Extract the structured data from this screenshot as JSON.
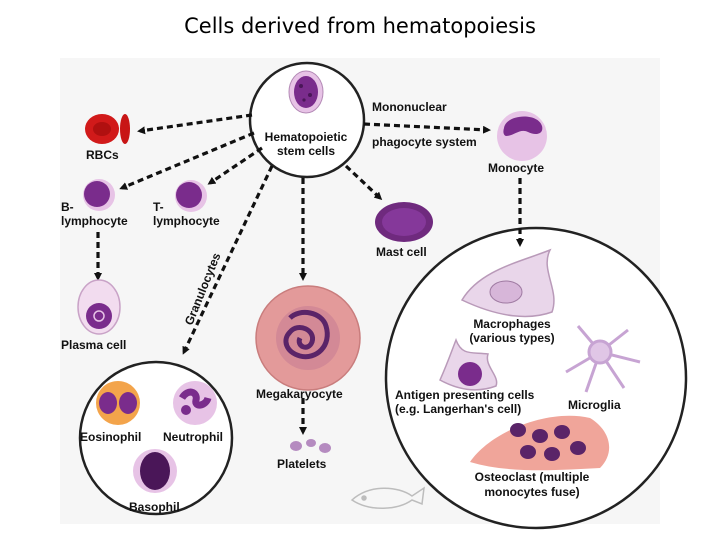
{
  "title": "Cells derived from hematopoiesis",
  "labels": {
    "stem_line1": "Hematopoietic",
    "stem_line2": "stem cells",
    "mono_sys_line1": "Mononuclear",
    "mono_sys_line2": "phagocyte system",
    "rbcs": "RBCs",
    "monocyte": "Monocyte",
    "b_line1": "B-",
    "b_line2": "lymphocyte",
    "t_line1": "T-",
    "t_line2": "lymphocyte",
    "mast_cell": "Mast cell",
    "granulocytes": "Granulocytes",
    "plasma_cell": "Plasma cell",
    "megakaryocyte": "Megakaryocyte",
    "platelets": "Platelets",
    "eosinophil": "Eosinophil",
    "neutrophil": "Neutrophil",
    "basophil": "Basophil",
    "macrophages_line1": "Macrophages",
    "macrophages_line2": "(various types)",
    "apc_line1": "Antigen presenting cells",
    "apc_line2": "(e.g. Langerhan's cell)",
    "microglia": "Microglia",
    "osteoclast_line1": "Osteoclast (multiple",
    "osteoclast_line2": "monocytes fuse)"
  },
  "colors": {
    "nucleus_purple": "#7a2c8c",
    "cytoplasm_pink": "#e7c3e6",
    "rbc_red": "#d11a1a",
    "eosinophil_orange": "#f3a44b",
    "megakaryocyte_salmon": "#e39a9a",
    "osteoclast_pink": "#f0a59a"
  },
  "watermark_icon": "fish-logo-icon"
}
